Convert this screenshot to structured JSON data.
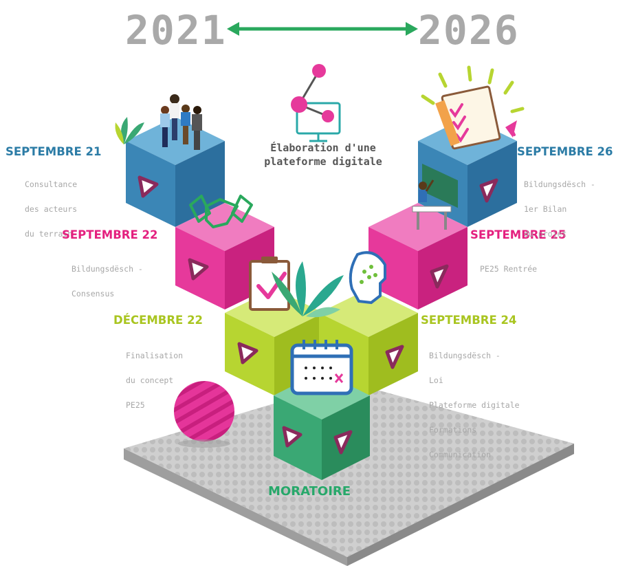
{
  "header": {
    "year_start": "2021",
    "year_end": "2026"
  },
  "center": {
    "title_line1": "Élaboration d'une",
    "title_line2": "plateforme digitale"
  },
  "milestones": [
    {
      "title": "SEPTEMBRE 21",
      "color": "#2c7ca6",
      "desc": [
        "Consultance",
        "des acteurs",
        "du terrain"
      ]
    },
    {
      "title": "SEPTEMBRE 22",
      "color": "#e4207f",
      "desc": [
        "Bildungsdësch -",
        "Consensus"
      ]
    },
    {
      "title": "DÉCEMBRE 22",
      "color": "#a9c520",
      "desc": [
        "Finalisation",
        "du concept",
        "PE25"
      ]
    },
    {
      "title": "SEPTEMBRE 24",
      "color": "#a9c520",
      "desc": [
        "Bildungsdësch -",
        "Loi",
        "Plateforme digitale",
        "Formations",
        "Communication"
      ]
    },
    {
      "title": "SEPTEMBRE 25",
      "color": "#e4207f",
      "desc": [
        "PE25 Rentrée"
      ]
    },
    {
      "title": "SEPTEMBRE 26",
      "color": "#2c7ca6",
      "desc": [
        "Bildungsdësch -",
        "1er Bilan",
        "du projet"
      ]
    }
  ],
  "base": {
    "label": "MORATOIRE",
    "color": "#27a86a"
  },
  "colors": {
    "blue": "#3d8fc0",
    "pink": "#e6399b",
    "lime": "#b7d531",
    "green": "#3aa874",
    "gray_year": "#a9a9a9",
    "arrow": "#2aa85d"
  }
}
